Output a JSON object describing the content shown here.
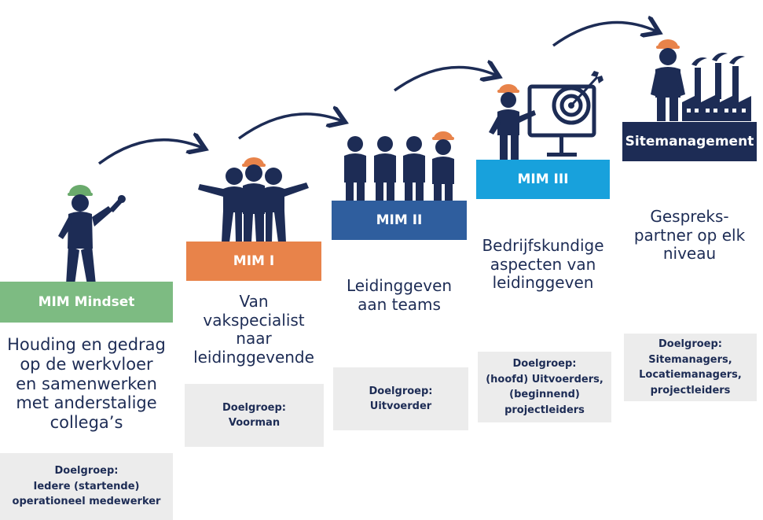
{
  "colors": {
    "navy": "#1d2c55",
    "mindset": "#7dbb82",
    "mim1": "#e8834a",
    "mim2": "#2f5e9e",
    "mim3": "#18a1dc",
    "site": "#1d2c55",
    "helmet_orange": "#e8834a",
    "helmet_green": "#6aaa6c",
    "goal_bg": "#ececec"
  },
  "steps": [
    {
      "title": "MIM Mindset",
      "icon": "worker-with-wrench-icon",
      "description": [
        "Houding en gedrag",
        "op de werkvloer",
        "en samenwerken",
        "met anderstalige",
        "collega’s"
      ],
      "goal": [
        "Doelgroep:",
        "Iedere (startende)",
        "operationeel medewerker"
      ]
    },
    {
      "title": "MIM I",
      "icon": "team-hug-icon",
      "description": [
        "Van",
        "vakspecialist",
        "naar",
        "leidinggevende"
      ],
      "goal": [
        "Doelgroep:",
        "Voorman"
      ]
    },
    {
      "title": "MIM II",
      "icon": "team-of-four-icon",
      "description": [
        "Leidinggeven",
        "aan teams"
      ],
      "goal": [
        "Doelgroep:",
        "Uitvoerder"
      ]
    },
    {
      "title": "MIM III",
      "icon": "presenter-target-icon",
      "description": [
        "Bedrijfskundige",
        "aspecten van",
        "leidinggeven"
      ],
      "goal": [
        "Doelgroep:",
        "(hoofd) Uitvoerders,",
        "(beginnend)",
        "projectleiders"
      ]
    },
    {
      "title": "Sitemanagement",
      "icon": "worker-factory-icon",
      "description": [
        "Gespreks-",
        "partner op elk",
        "niveau"
      ],
      "goal": [
        "Doelgroep:",
        "Sitemanagers,",
        "Locatiemanagers,",
        "projectleiders"
      ]
    }
  ]
}
